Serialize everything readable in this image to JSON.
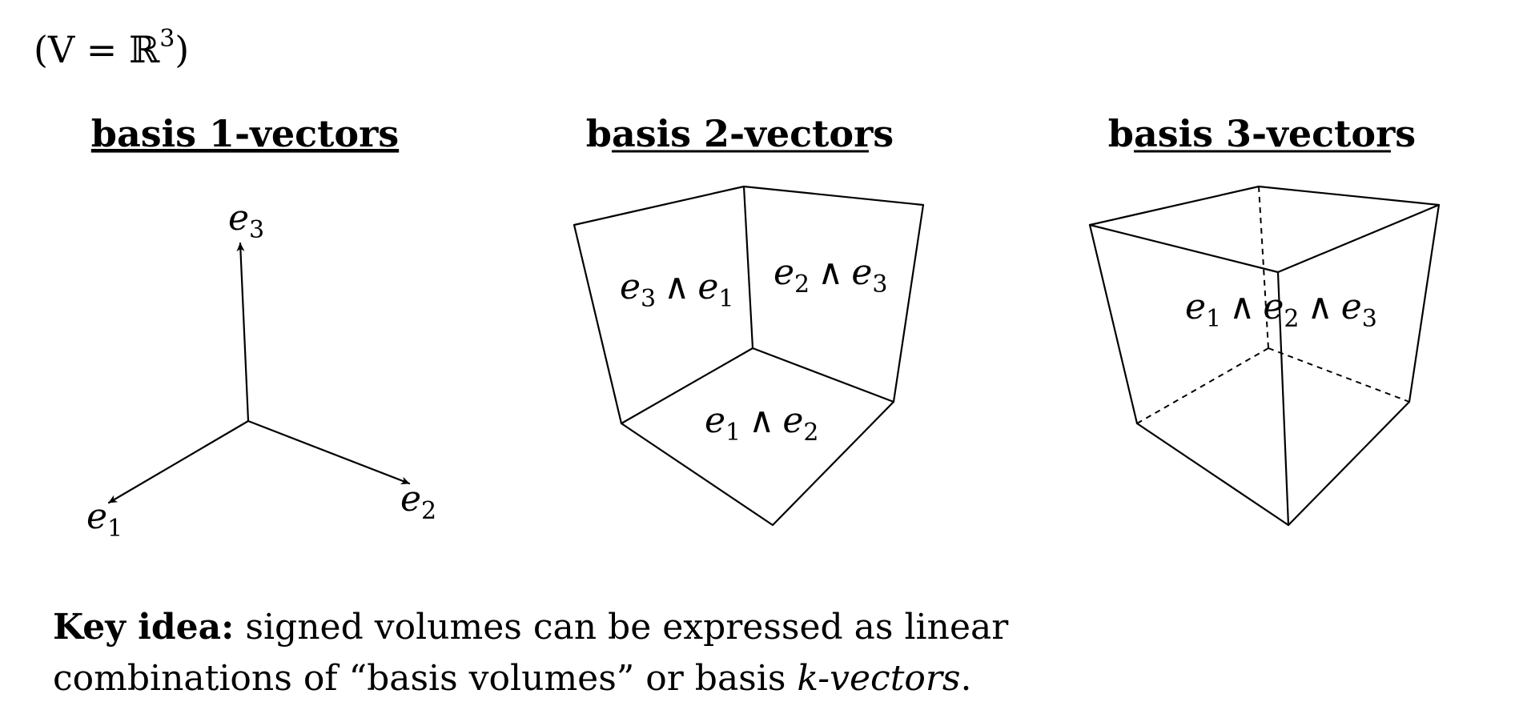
{
  "header": {
    "space_label": "(V = ℝ",
    "space_exp": "3",
    "space_close": ")"
  },
  "panels": [
    {
      "title": "basis 1-vectors"
    },
    {
      "title": "basis 2-vectors"
    },
    {
      "title": "basis 3-vectors"
    }
  ],
  "vectors": {
    "e1": {
      "base": "e",
      "sub": "1"
    },
    "e2": {
      "base": "e",
      "sub": "2"
    },
    "e3": {
      "base": "e",
      "sub": "3"
    }
  },
  "bivectors": {
    "e31": {
      "a": "e",
      "a_sub": "3",
      "op": "∧",
      "b": "e",
      "b_sub": "1"
    },
    "e23": {
      "a": "e",
      "a_sub": "2",
      "op": "∧",
      "b": "e",
      "b_sub": "3"
    },
    "e12": {
      "a": "e",
      "a_sub": "1",
      "op": "∧",
      "b": "e",
      "b_sub": "2"
    }
  },
  "trivector": {
    "a": "e",
    "a_sub": "1",
    "op1": "∧",
    "b": "e",
    "b_sub": "2",
    "op2": "∧",
    "c": "e",
    "c_sub": "3"
  },
  "key_idea": {
    "label": "Key idea:",
    "text_1": "signed volumes can be expressed as linear",
    "text_2": "combinations of “basis volumes” or basis ",
    "emph": "k-vectors",
    "end": "."
  }
}
